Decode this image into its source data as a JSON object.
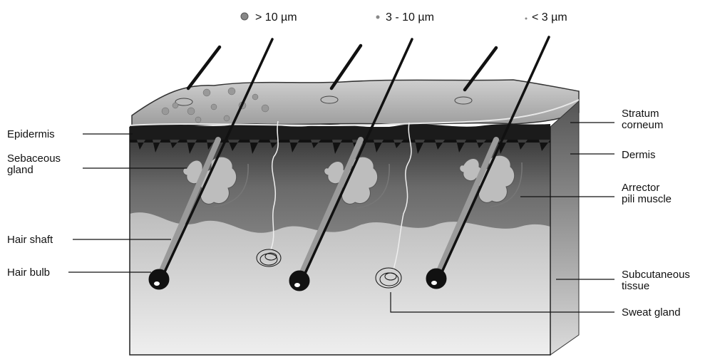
{
  "particles": [
    {
      "label": "> 10 µm"
    },
    {
      "label": "3 - 10 µm"
    },
    {
      "label": "< 3 µm"
    }
  ],
  "labels_left": {
    "epidermis": "Epidermis",
    "sebaceous_1": "Sebaceous",
    "sebaceous_2": "gland",
    "hair_shaft": "Hair shaft",
    "hair_bulb": "Hair bulb"
  },
  "labels_right": {
    "stratum_1": "Stratum",
    "stratum_2": "corneum",
    "dermis": "Dermis",
    "arrector_1": "Arrector",
    "arrector_2": "pili muscle",
    "subcutaneous_1": "Subcutaneous",
    "subcutaneous_2": "tissue",
    "sweat_gland": "Sweat gland"
  }
}
